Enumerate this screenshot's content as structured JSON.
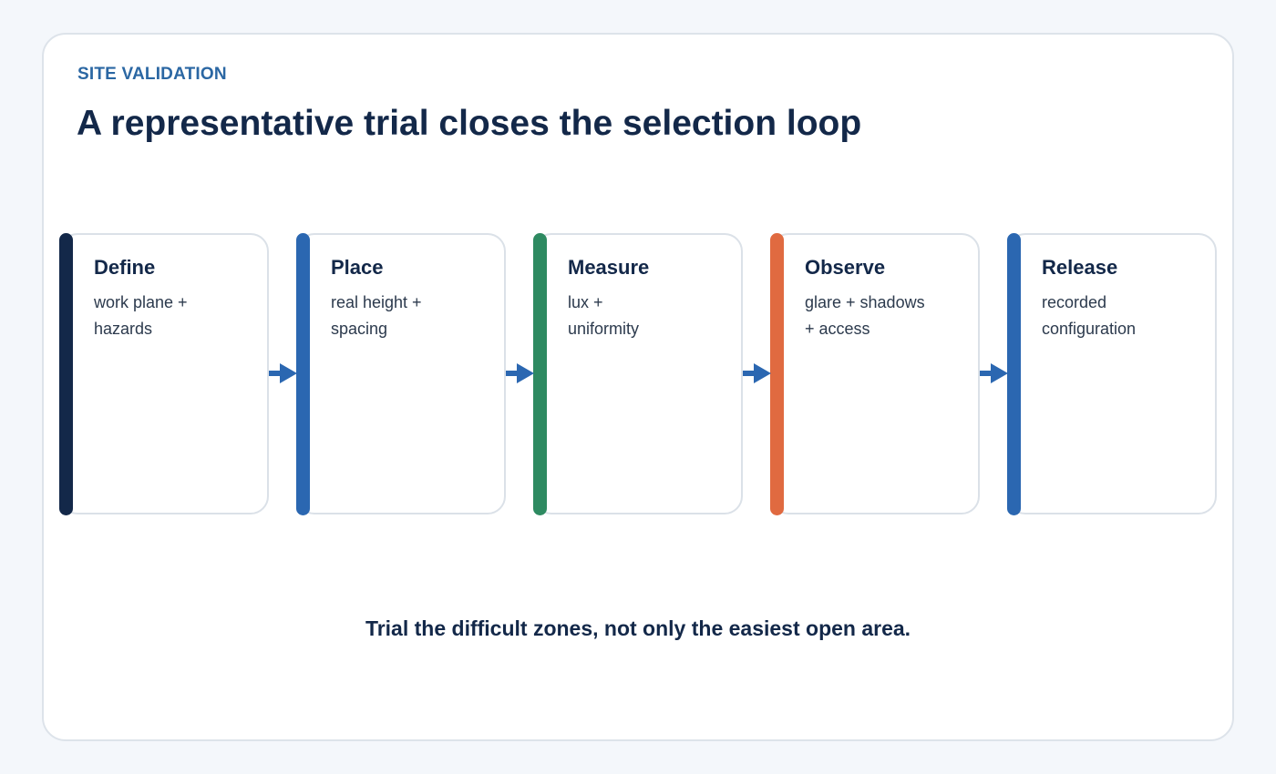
{
  "header": {
    "eyebrow": "SITE VALIDATION",
    "title": "A representative trial closes the selection loop"
  },
  "steps": [
    {
      "title": "Define",
      "line1": "work plane +",
      "line2": "hazards",
      "accent": "#132849"
    },
    {
      "title": "Place",
      "line1": "real height +",
      "line2": "spacing",
      "accent": "#2b67b1"
    },
    {
      "title": "Measure",
      "line1": "lux +",
      "line2": "uniformity",
      "accent": "#2e8a61"
    },
    {
      "title": "Observe",
      "line1": "glare + shadows",
      "line2": "+ access",
      "accent": "#e06a40"
    },
    {
      "title": "Release",
      "line1": "recorded",
      "line2": "configuration",
      "accent": "#2b67b1"
    }
  ],
  "footer": {
    "note": "Trial the difficult zones, not only the easiest open area."
  },
  "colors": {
    "background": "#f4f7fb",
    "card": "#ffffff",
    "arrow": "#2b67b1",
    "heading": "#132849",
    "eyebrow": "#2b67a3"
  }
}
